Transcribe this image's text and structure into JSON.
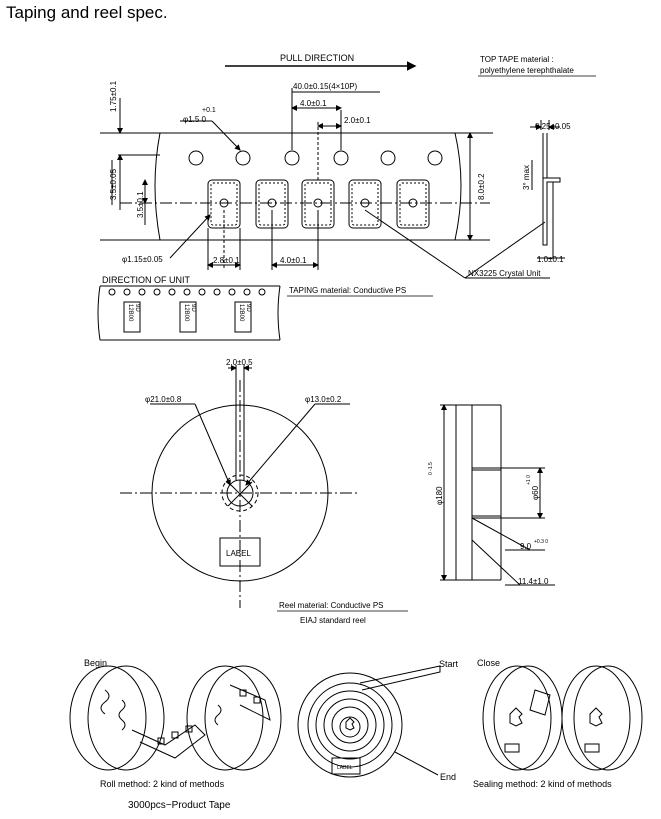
{
  "title": "Taping and reel spec.",
  "tape": {
    "pull_direction": "PULL DIRECTION",
    "top_tape_label": "TOP TAPE material :",
    "top_tape_material": "polyethylene terephthalate",
    "dim_pitch_total": "40.0±0.15(4×10P)",
    "dim_hole_pitch": "4.0±0.1",
    "dim_2_0": "2.0±0.1",
    "dim_hole_dia": "φ1.5 0",
    "dim_hole_tol": "+0.1",
    "dim_1_75": "1.75±0.1",
    "dim_3_5_a": "3.5±0.05",
    "dim_3_5_b": "3.5±0.1",
    "dim_8_0": "8.0±0.2",
    "dim_pocket_hole": "φ1.15±0.05",
    "dim_2_8": "2.8±0.1",
    "dim_4_0_b": "4.0±0.1",
    "dim_0_25": "0.25±0.05",
    "dim_angle": "3° max",
    "dim_1_0": "1.0±0.1",
    "crystal_unit": "NX3225 Crystal Unit",
    "direction_of_unit": "DIRECTION OF UNIT",
    "taping_material": "TAPING material: Conductive PS",
    "unit_marking_1": "12B00",
    "unit_marking_2": "9D"
  },
  "reel": {
    "dim_2_0": "2.0±0.5",
    "dim_21": "φ21.0±0.8",
    "dim_13": "φ13.0±0.2",
    "label": "LABEL",
    "dim_180": "φ180",
    "dim_180_tol": "0 -1.5",
    "dim_60": "φ60",
    "dim_60_tol": "+1 0",
    "dim_9": "9.0",
    "dim_9_tol": "+0.3 0",
    "dim_11_4": "11.4±1.0",
    "reel_material": "Reel material: Conductive PS",
    "standard": "EIAJ standard reel"
  },
  "packing": {
    "begin": "Begin",
    "start": "Start",
    "end": "End",
    "close": "Close",
    "label_small": "LABEL",
    "roll_method": "Roll method: 2 kind of methods",
    "sealing_method": "Sealing method: 2 kind of methods",
    "product_tape": "3000pcs−Product Tape"
  }
}
